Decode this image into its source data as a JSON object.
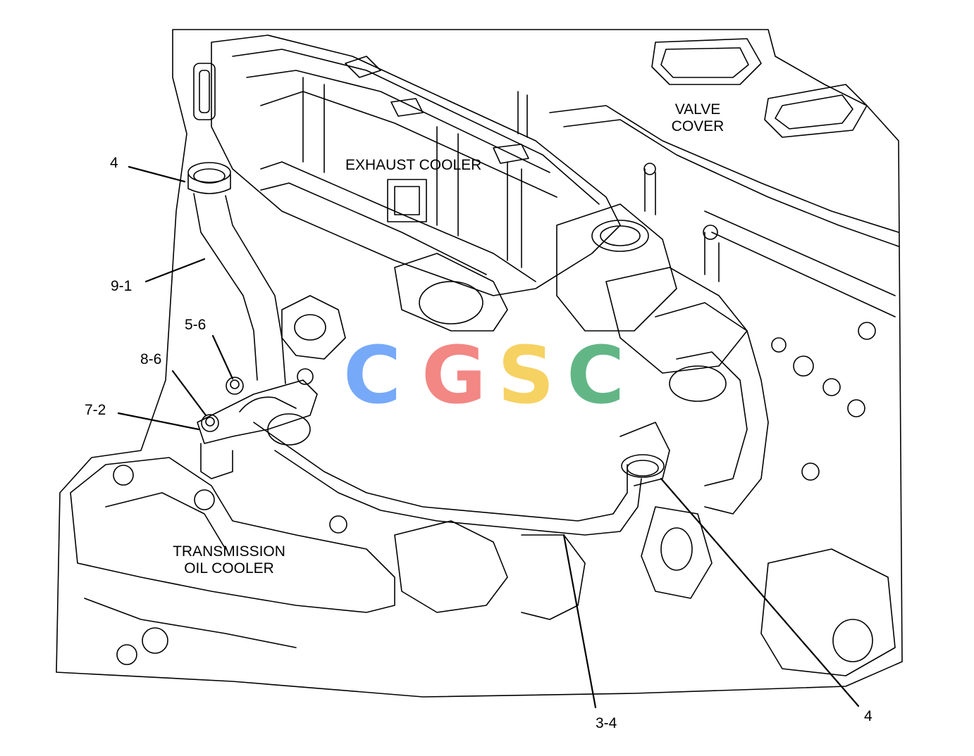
{
  "labels": {
    "valve_cover": [
      "VALVE",
      "COVER"
    ],
    "exhaust_cooler": "EXHAUST COOLER",
    "transmission_oil_cooler": [
      "TRANSMISSION",
      "OIL COOLER"
    ]
  },
  "callouts": {
    "top_left": "4",
    "tube": "9-1",
    "bolt": "5-6",
    "washer": "8-6",
    "clamp": "7-2",
    "bottom_tube": "3-4",
    "bottom_right": "4"
  },
  "watermark": {
    "letters": [
      "C",
      "G",
      "S",
      "C"
    ],
    "colors": [
      "#4a8df8",
      "#ee5f5b",
      "#f4c430",
      "#2e9e5e"
    ]
  }
}
